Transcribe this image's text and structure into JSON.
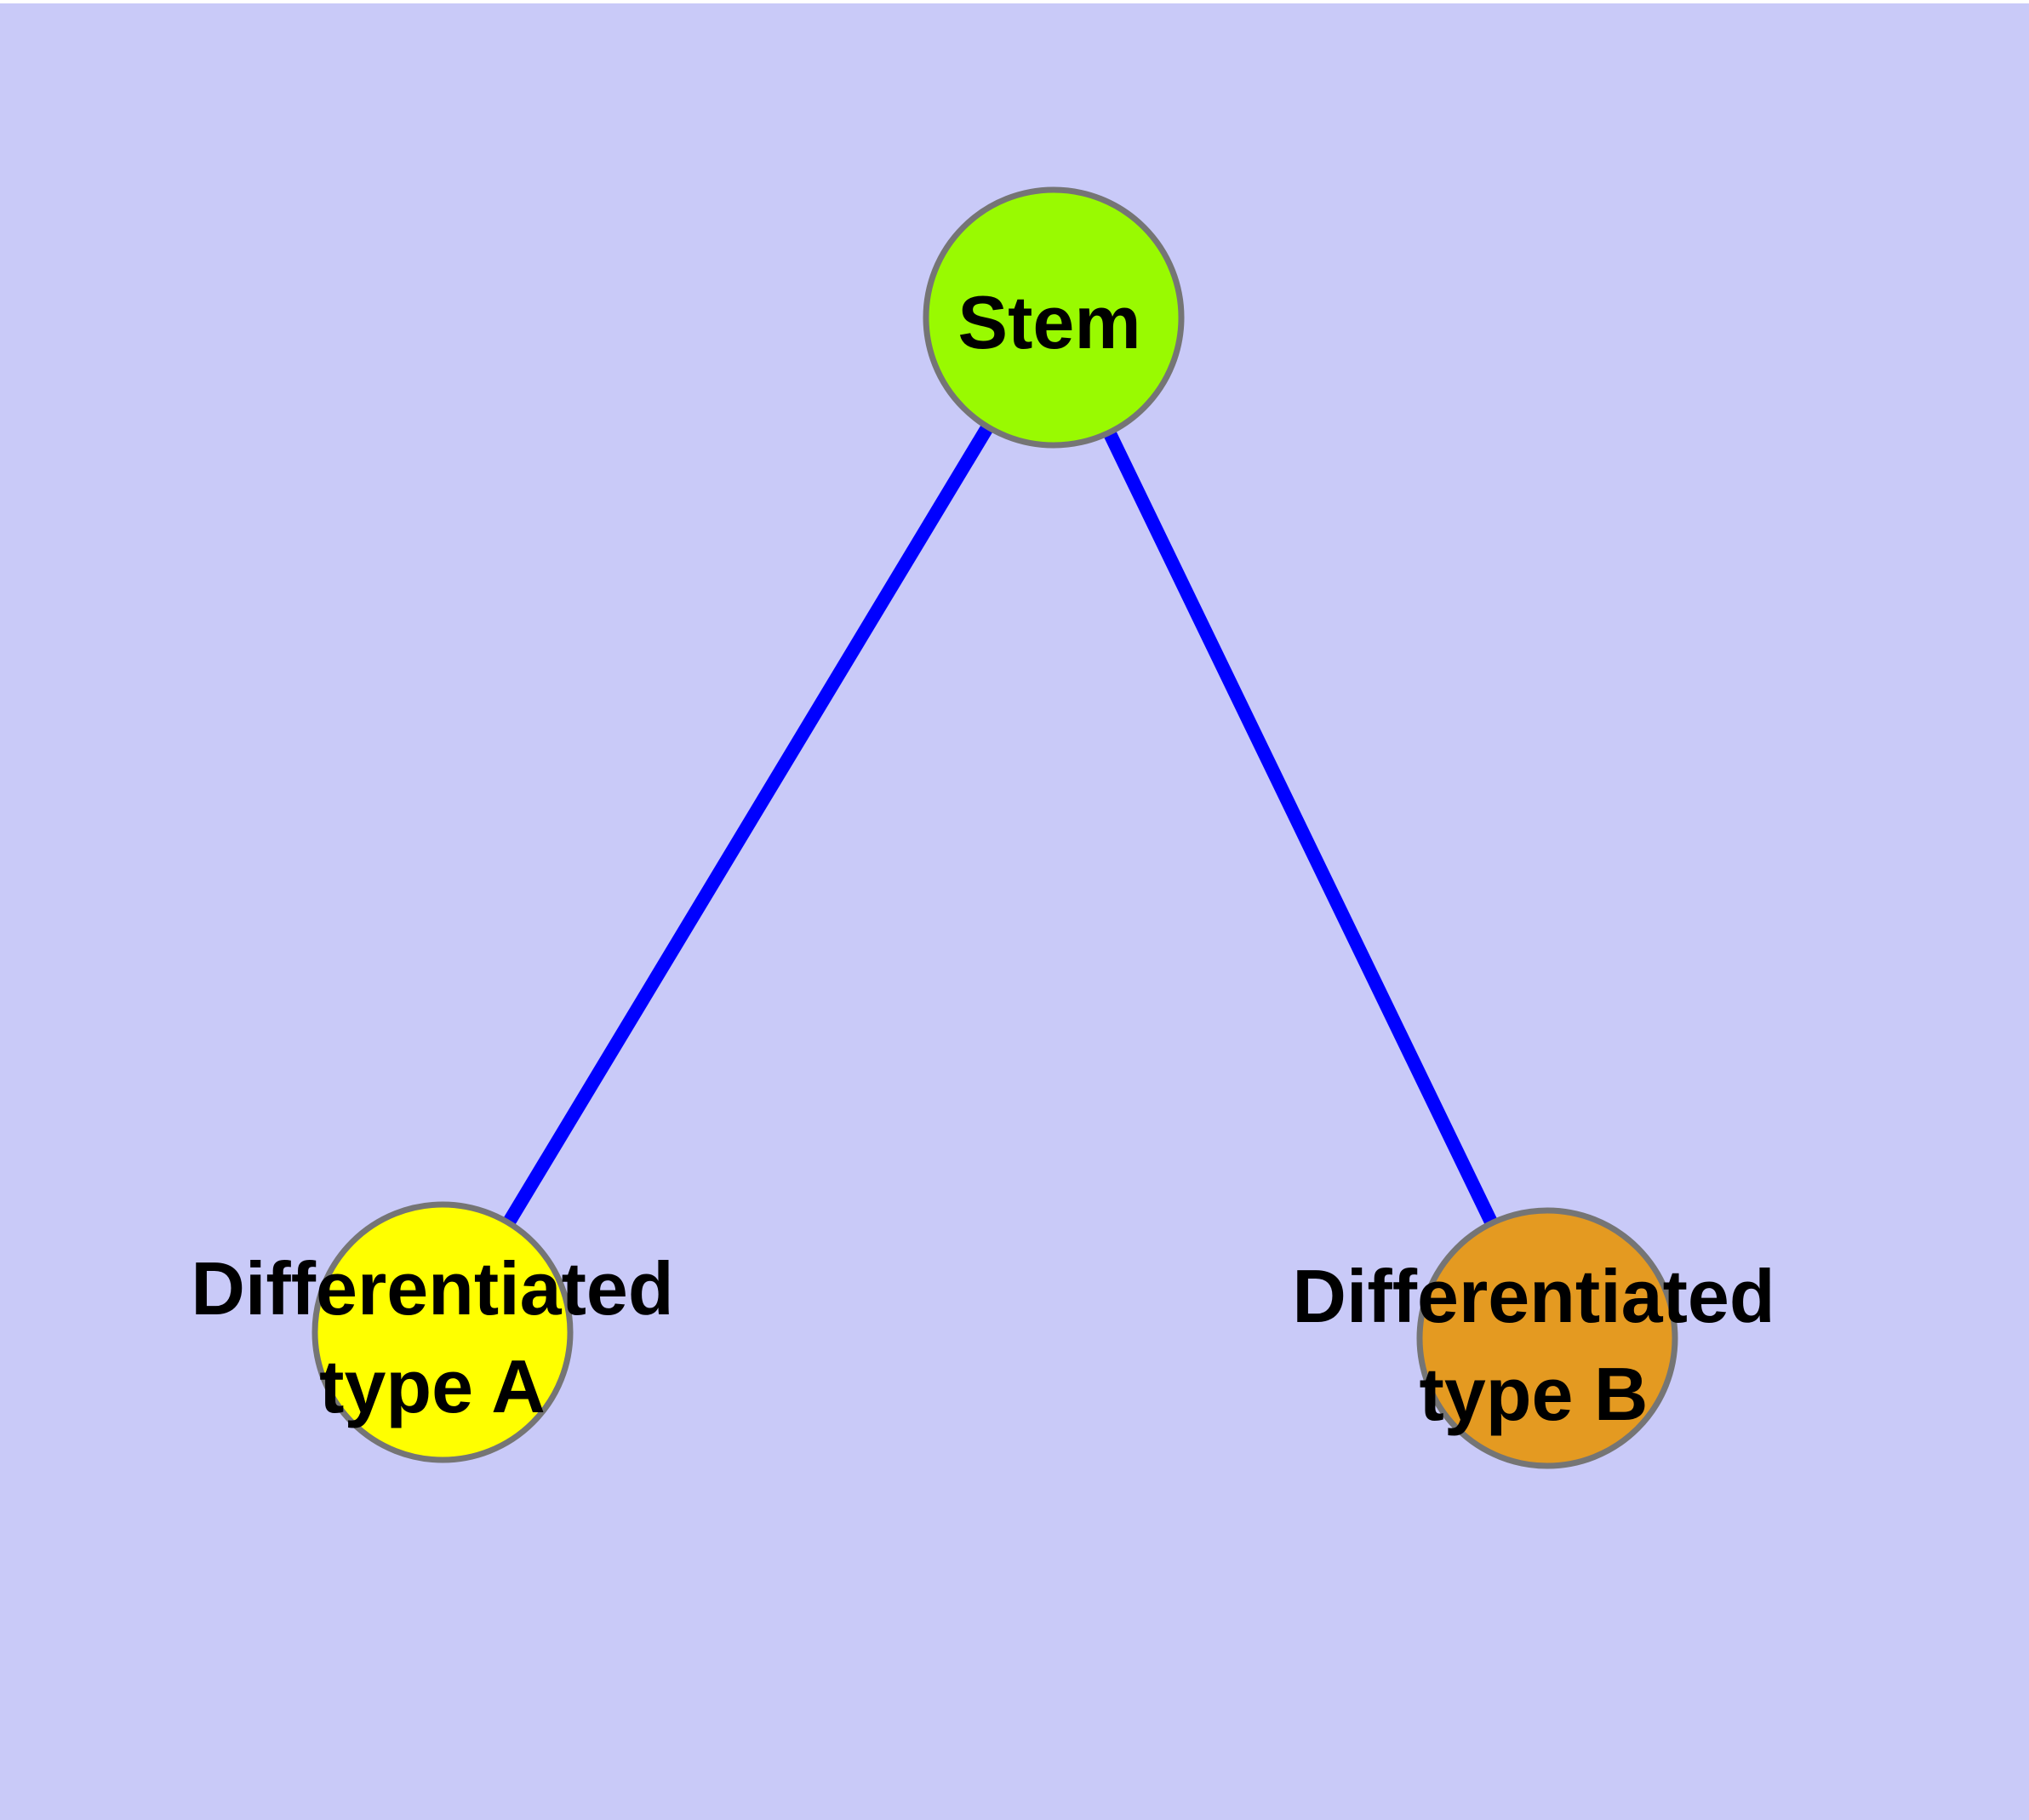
{
  "colors": {
    "background": "#C9CAF8",
    "canvas_top_edge": "#FFFFFF",
    "edge": "#0000FF",
    "node_border": "#757575",
    "label_text": "#000000"
  },
  "graph": {
    "nodes": [
      {
        "id": "stem",
        "label": "Stem",
        "lines": [
          "Stem"
        ],
        "fill": "#99FA01"
      },
      {
        "id": "diff-a",
        "label": "Differentiated type A",
        "lines": [
          "Differentiated",
          "type A"
        ],
        "fill": "#FFFF00"
      },
      {
        "id": "diff-b",
        "label": "Differentiated type B",
        "lines": [
          "Differentiated",
          "type B"
        ],
        "fill": "#E49A21"
      }
    ],
    "edges": [
      {
        "source": "Stem",
        "target": "Differentiated type A"
      },
      {
        "source": "Stem",
        "target": "Differentiated type B"
      }
    ]
  }
}
